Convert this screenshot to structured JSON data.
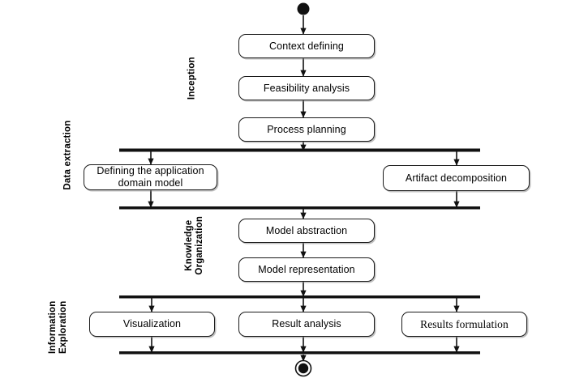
{
  "diagram": {
    "type": "uml-activity-diagram",
    "title": "",
    "colors": {
      "stroke": "#1a1a1a",
      "fill": "#ffffff",
      "shadow": "#8c8c8c",
      "background": "#ffffff"
    },
    "start_node": {
      "name": "initial-node",
      "shape": "filled-circle"
    },
    "end_node": {
      "name": "final-node",
      "shape": "circle-in-circle"
    },
    "phases": [
      {
        "id": "inception",
        "label": "Inception"
      },
      {
        "id": "data-extraction",
        "label": "Data extraction"
      },
      {
        "id": "knowledge-organization",
        "label": "Knowledge\nOrganization"
      },
      {
        "id": "information-exploration",
        "label": "Information\nExploration"
      }
    ],
    "activities": [
      {
        "id": "context-defining",
        "label": "Context defining",
        "phase": "inception",
        "font": "sans"
      },
      {
        "id": "feasibility-analysis",
        "label": "Feasibility analysis",
        "phase": "inception",
        "font": "sans"
      },
      {
        "id": "process-planning",
        "label": "Process planning",
        "phase": "inception",
        "font": "sans"
      },
      {
        "id": "defining-the-application-domain-model",
        "label": "Defining the application\ndomain model",
        "phase": "data-extraction",
        "font": "sans"
      },
      {
        "id": "artifact-decomposition",
        "label": "Artifact decomposition",
        "phase": "data-extraction",
        "font": "sans"
      },
      {
        "id": "model-abstraction",
        "label": "Model abstraction",
        "phase": "knowledge-organization",
        "font": "sans"
      },
      {
        "id": "model-representation",
        "label": "Model representation",
        "phase": "knowledge-organization",
        "font": "sans"
      },
      {
        "id": "visualization",
        "label": "Visualization",
        "phase": "information-exploration",
        "font": "sans"
      },
      {
        "id": "result-analysis",
        "label": "Result analysis",
        "phase": "information-exploration",
        "font": "sans"
      },
      {
        "id": "results-formulation",
        "label": "Results formulation",
        "phase": "information-exploration",
        "font": "serif"
      }
    ],
    "bars": [
      {
        "id": "fork-bar-1",
        "kind": "fork"
      },
      {
        "id": "join-bar-1",
        "kind": "join"
      },
      {
        "id": "fork-bar-2",
        "kind": "fork"
      },
      {
        "id": "join-bar-2",
        "kind": "join"
      }
    ]
  }
}
